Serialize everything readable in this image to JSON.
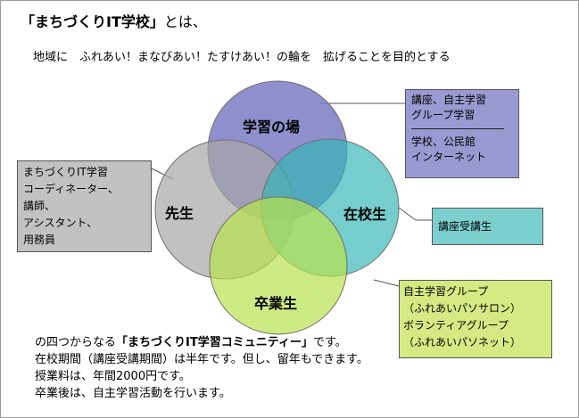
{
  "header": {
    "title_main": "「まちづくりIT学校」",
    "title_suffix": "とは、",
    "subtitle": "地域に　ふれあい！まなびあい！たすけあい！の輪を　拡げることを目的とする"
  },
  "venn": {
    "place_label": "学習の場",
    "teacher_label": "先生",
    "student_label": "在校生",
    "graduate_label": "卒業生",
    "colors": {
      "place": "#7b7bc6",
      "teacher": "#a6a6a6",
      "student": "#33b6b6",
      "graduate": "#b9e24e",
      "outline": "#6f6f6f"
    }
  },
  "callouts": {
    "place": {
      "line1": "講座、自主学習",
      "line2": "グループ学習",
      "line3": "学校、公民館",
      "line4": "インターネット"
    },
    "teacher": {
      "line1": "まちづくりIT学習",
      "line2": "コーディネーター、",
      "line3": "講師、",
      "line4": "アシスタント、",
      "line5": "用務員"
    },
    "student": {
      "line1": "講座受講生"
    },
    "graduate": {
      "line1": "自主学習グループ",
      "line2": "（ふれあいパソサロン）",
      "line3": "ボランティアグループ",
      "line4": "（ふれあいパソネット）"
    }
  },
  "footer": {
    "line1_pre": "の四つからなる",
    "line1_bold": "「まちづくりIT学習コミュニティー」",
    "line1_post": "です。",
    "line2": "在校期間（講座受講期間）は半年です。但し、留年もできます。",
    "line3": "授業料は、年間2000円です。",
    "line4": "卒業後は、自主学習活動を行います。"
  }
}
